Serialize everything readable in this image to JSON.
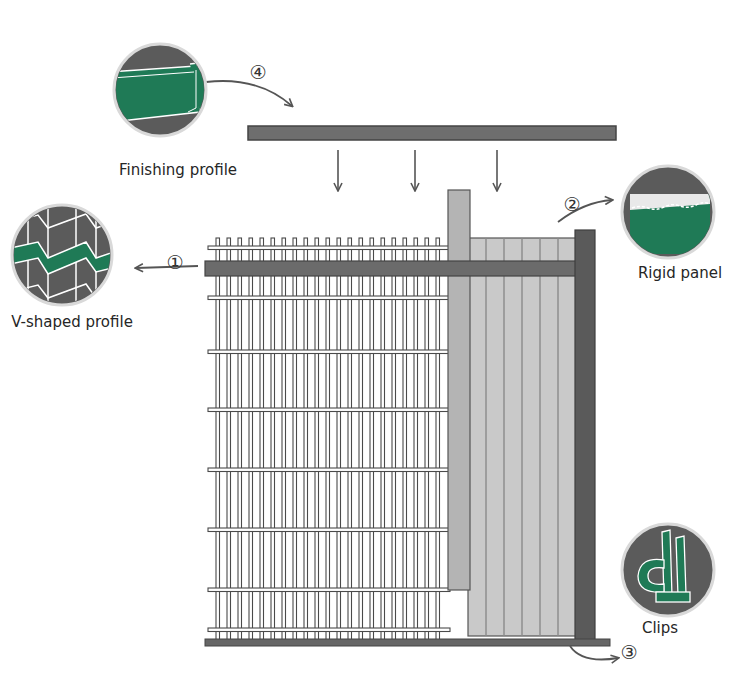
{
  "diagram": {
    "nodes": [
      {
        "text": [
          "Finishing profile"
        ]
      },
      {
        "text": [
          "Rigid panel"
        ]
      },
      {
        "text": [
          "V-shaped profile"
        ]
      },
      {
        "text": [
          "Clips"
        ]
      }
    ],
    "labels": [
      "④",
      "②",
      "①",
      "③"
    ]
  }
}
